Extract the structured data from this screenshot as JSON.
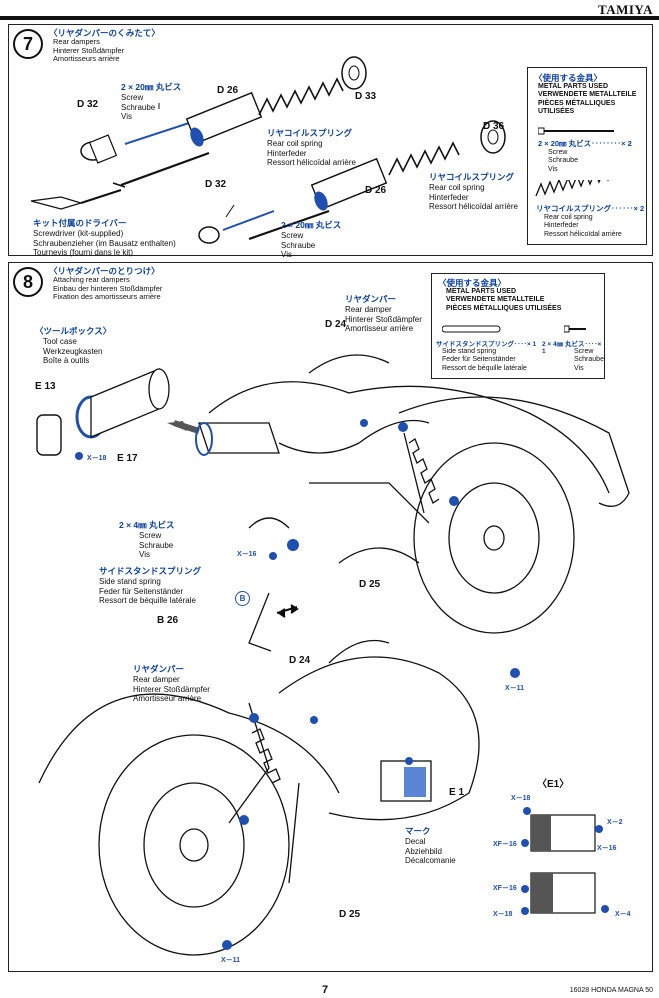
{
  "brand": "TAMIYA",
  "page_number": "7",
  "footer_code": "16028 HONDA MAGNA 50",
  "step7": {
    "number": "7",
    "jp_title": "〈リヤダンパーのくみたて〉",
    "en_lines": [
      "Rear dampers",
      "Hinterer Stoßdämpfer",
      "Amortisseurs arrière"
    ],
    "parts": {
      "d32a": "D 32",
      "d26a": "D 26",
      "d33": "D 33",
      "d36": "D 36",
      "d32b": "D 32",
      "d26b": "D 26"
    },
    "screw_top": {
      "jp": "2 × 20㎜ 丸ビス",
      "lines": [
        "Screw",
        "Schraube",
        "Vis"
      ]
    },
    "screw_bottom": {
      "jp": "2 × 20㎜ 丸ビス",
      "lines": [
        "Screw",
        "Schraube",
        "Vis"
      ]
    },
    "coil_a": {
      "jp": "リヤコイルスプリング",
      "lines": [
        "Rear coil spring",
        "Hinterfeder",
        "Ressort hélicoïdal arrière"
      ]
    },
    "coil_b": {
      "jp": "リヤコイルスプリング",
      "lines": [
        "Rear coil spring",
        "Hinterfeder",
        "Ressort hélicoïdal arrière"
      ]
    },
    "driver": {
      "jp": "キット付属のドライバー",
      "lines": [
        "Screwdriver (kit-supplied)",
        "Schraubenzieher (im Bausatz enthalten)",
        "Tournevis (fourni dans le kit)"
      ]
    },
    "metal_box": {
      "title_jp": "〈使用する金具〉",
      "title_lines": [
        "METAL PARTS USED",
        "VERWENDETE METALLTEILE",
        "PIÈCES MÉTALLIQUES",
        "UTILISÉES"
      ],
      "screw_jp": "2 × 20㎜ 丸ビス‥‥‥‥× 2",
      "screw_lines": [
        "Screw",
        "Schraube",
        "Vis"
      ],
      "spring_jp": "リヤコイルスプリング‥‥‥× 2",
      "spring_lines": [
        "Rear coil spring",
        "Hinterfeder",
        "Ressort hélicoïdal arrière"
      ]
    }
  },
  "step8": {
    "number": "8",
    "jp_title": "〈リヤダンパーのとりつけ〉",
    "en_lines": [
      "Attaching rear dampers",
      "Einbau der hinteren Stoßdämpfer",
      "Fixation des amortisseurs arrière"
    ],
    "toolbox": {
      "jp": "〈ツールボックス〉",
      "lines": [
        "Tool case",
        "Werkzeugkasten",
        "Boîte à outils"
      ]
    },
    "parts": {
      "e13": "E 13",
      "e17": "E 17",
      "d24a": "D 24",
      "d25a": "D 25",
      "b26": "B 26",
      "d24b": "D 24",
      "e1": "E 1",
      "d25b": "D 25",
      "x18": "X－18",
      "x11a": "X－11",
      "x11b": "X－11",
      "b_circle": "B"
    },
    "rear_damper_a": {
      "jp": "リヤダンパー",
      "lines": [
        "Rear damper",
        "Hinterer Stoßdämpfer",
        "Amortisseur arrière"
      ]
    },
    "rear_damper_b": {
      "jp": "リヤダンパー",
      "lines": [
        "Rear damper",
        "Hinterer Stoßdämpfer",
        "Amortisseur arrière"
      ]
    },
    "screw_2x4": {
      "jp": "2 × 4㎜ 丸ビス",
      "lines": [
        "Screw",
        "Schraube",
        "Vis"
      ]
    },
    "x16": "X－16",
    "side_spring": {
      "jp": "サイドスタンドスプリング",
      "lines": [
        "Side stand spring",
        "Feder für Seitenständer",
        "Ressort de béquille latérale"
      ]
    },
    "mark": {
      "jp": "マーク",
      "lines": [
        "Decal",
        "Abziehbild",
        "Décalcomanie"
      ]
    },
    "metal_box": {
      "title_jp": "〈使用する金具〉",
      "title_lines": [
        "METAL PARTS USED",
        "VERWENDETE METALLTEILE",
        "PIÈCES MÉTALLIQUES UTILISÉES"
      ],
      "spring_jp": "サイドスタンドスプリング‥‥× 1",
      "spring_lines": [
        "Side stand spring",
        "Feder für Seitenständer",
        "Ressort de béquille latérale"
      ],
      "screw_jp": "2 × 4㎜ 丸ビス‥‥× 1",
      "screw_lines": [
        "Screw",
        "Schraube",
        "Vis"
      ]
    },
    "e1_detail": {
      "title": "〈E1〉",
      "x18": "X－18",
      "x2": "X－2",
      "xf16a": "XF－16",
      "x16": "X－16",
      "xf16b": "XF－16",
      "x18b": "X－18",
      "x4": "X－4"
    }
  }
}
